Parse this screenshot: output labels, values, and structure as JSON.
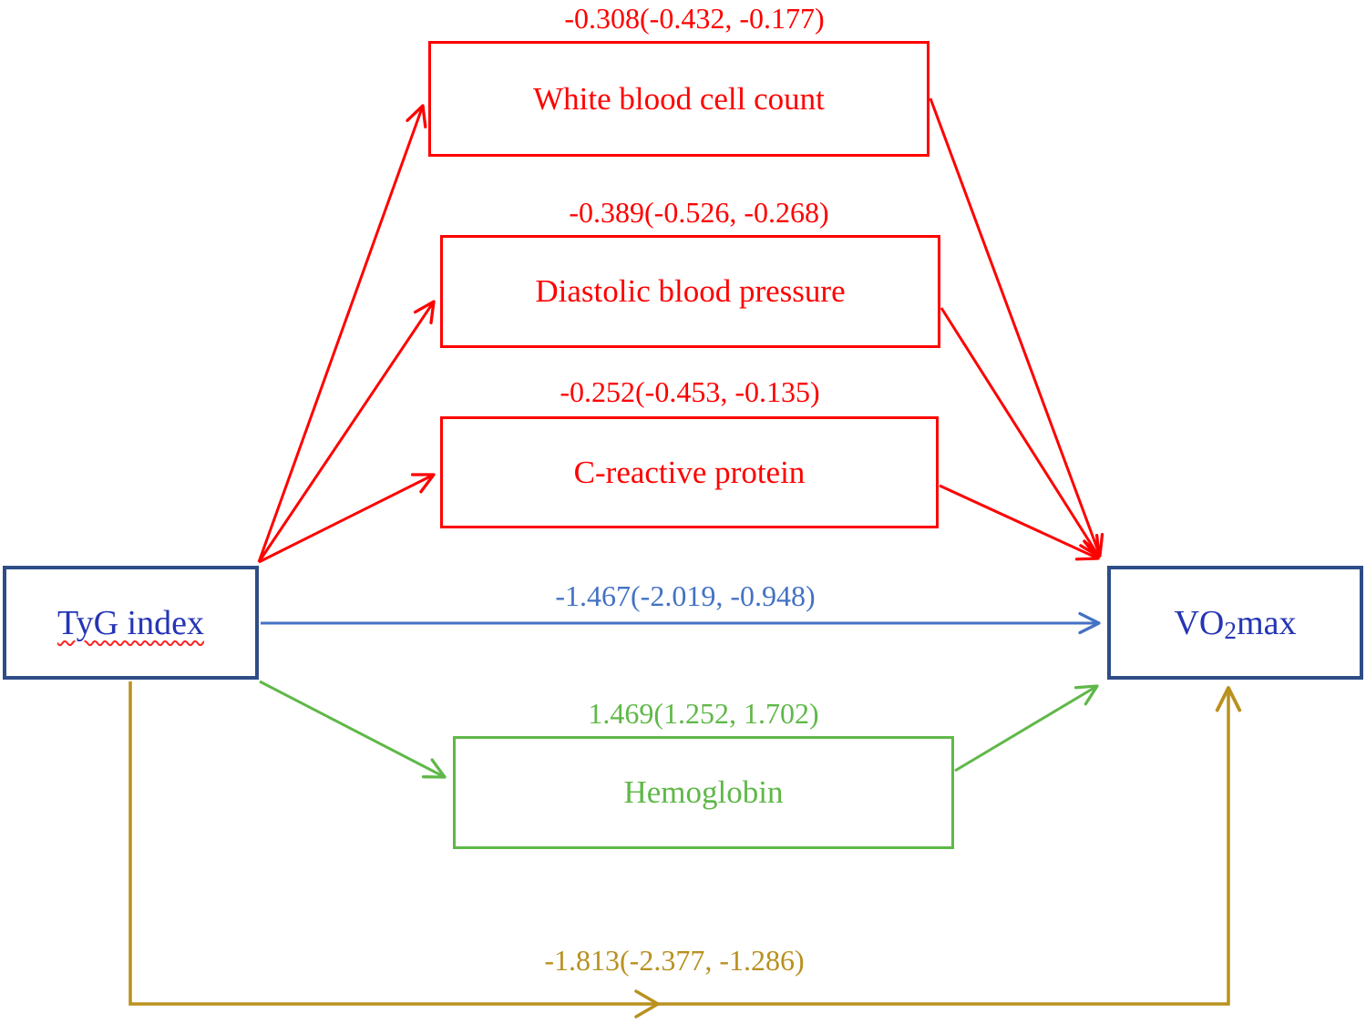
{
  "diagram": {
    "type": "mediation-path-diagram",
    "exposure": {
      "label": "TyG index"
    },
    "outcome": {
      "label": "VO2max",
      "label_pre": "VO",
      "label_sub": "2",
      "label_post": "max"
    },
    "mediators": [
      {
        "label": "White blood cell count",
        "effect": "-0.308(-0.432, -0.177)",
        "color": "#ff0000"
      },
      {
        "label": "Diastolic blood pressure",
        "effect": "-0.389(-0.526, -0.268)",
        "color": "#ff0000"
      },
      {
        "label": "C-reactive protein",
        "effect": "-0.252(-0.453, -0.135)",
        "color": "#ff0000"
      },
      {
        "label": "Hemoglobin",
        "effect": "1.469(1.252, 1.702)",
        "color": "#5fb848"
      }
    ],
    "direct_effect": {
      "label": "-1.467(-2.019, -0.948)",
      "color": "#4472c4"
    },
    "total_effect": {
      "label": "-1.813(-2.377, -1.286)",
      "color": "#b8911f"
    },
    "colors": {
      "negative_path": "#ff0000",
      "positive_path": "#5fb848",
      "direct_path": "#4472c4",
      "total_path": "#b8911f",
      "node_border": "#2e4d87",
      "node_text": "#2535b5"
    }
  }
}
